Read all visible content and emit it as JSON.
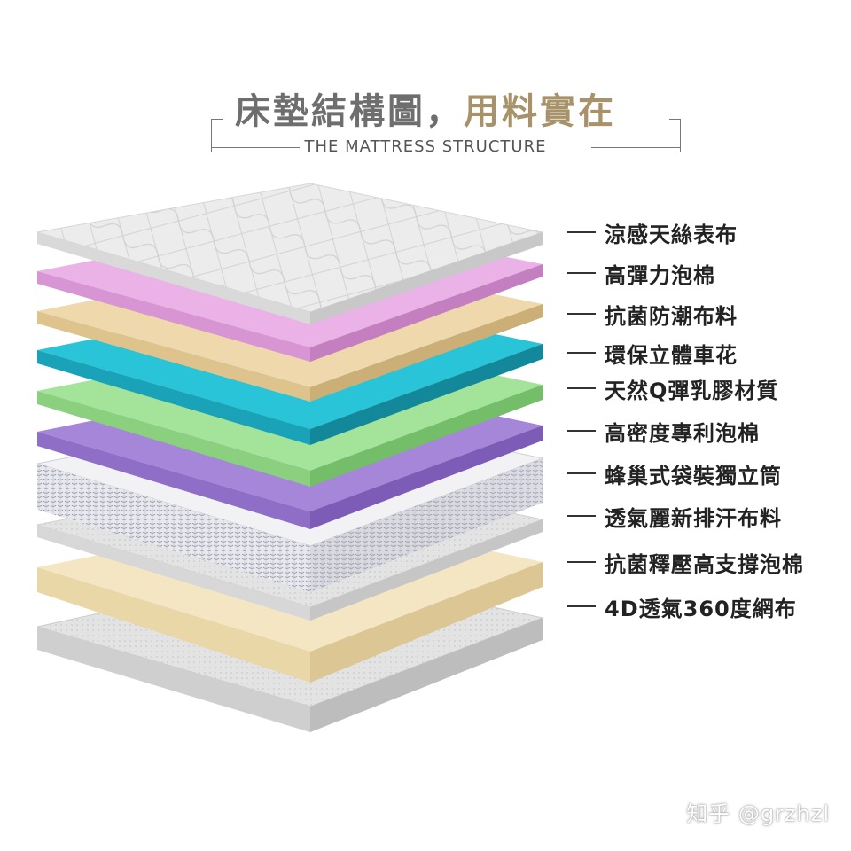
{
  "header": {
    "title_main": "床墊結構圖，",
    "title_accent": "用料實在",
    "subtitle": "THE MATTRESS STRUCTURE"
  },
  "layers": [
    {
      "label": "涼感天絲表布",
      "color": "#e8e8e8"
    },
    {
      "label": "高彈力泡棉",
      "color": "#e9a9e3"
    },
    {
      "label": "抗菌防潮布料",
      "color": "#ebd3a4"
    },
    {
      "label": "環保立體車花",
      "color": "#29c3d6"
    },
    {
      "label": "天然Q彈乳膠材質",
      "color": "#9fe194"
    },
    {
      "label": "高密度專利泡棉",
      "color": "#a17fd6"
    },
    {
      "label": "蜂巢式袋裝獨立筒",
      "color": "#dcdde2"
    },
    {
      "label": "透氣麗新排汗布料",
      "color": "#e4e4e4"
    },
    {
      "label": "抗菌釋壓高支撐泡棉",
      "color": "#f3e3bd"
    },
    {
      "label": "4D透氣360度網布",
      "color": "#dedede"
    }
  ],
  "watermark": "知乎 @grzhzl"
}
